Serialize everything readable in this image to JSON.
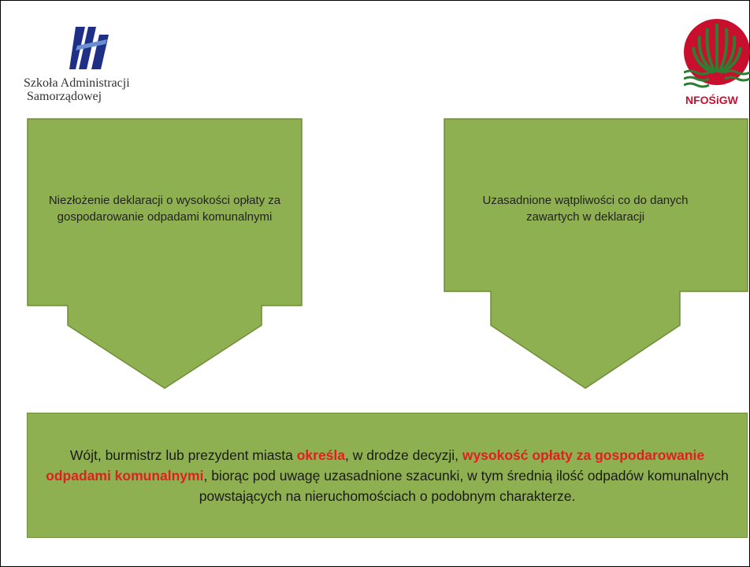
{
  "logo_left": {
    "line1": "Szkoła Administracji",
    "line2": "Samorządowej",
    "mark_color": "#1f2f86"
  },
  "logo_right": {
    "text": "NFOŚiGW",
    "brand_color": "#c8102e"
  },
  "arrow_left": {
    "text": "Niezłożenie deklaracji o wysokości opłaty za gospodarowanie odpadami komunalnymi"
  },
  "arrow_right": {
    "text": "Uzasadnione wątpliwości co do danych zawartych w deklaracji"
  },
  "result": {
    "part1": "Wójt, burmistrz lub prezydent miasta ",
    "highlight1": "określa",
    "part2": ", w drodze decyzji, ",
    "highlight2": "wysokość opłaty za gospodarowanie odpadami komunalnymi",
    "part3": ", biorąc pod uwagę uzasadnione szacunki, w tym średnią ilość odpadów komunalnych powstających na nieruchomościach o podobnym charakterze."
  },
  "colors": {
    "box_fill": "#8fb050",
    "box_stroke": "#6f8c3a",
    "highlight": "#e02020"
  }
}
